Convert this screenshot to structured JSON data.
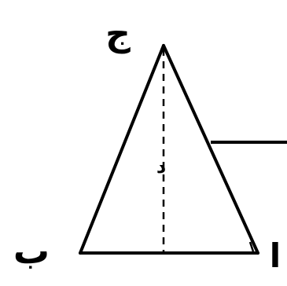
{
  "labels": {
    "apex": "ج",
    "base_left": "ب",
    "base_right": "ا",
    "foot": "د"
  },
  "colors": {
    "ink": "#000000",
    "background": "#ffffff"
  }
}
